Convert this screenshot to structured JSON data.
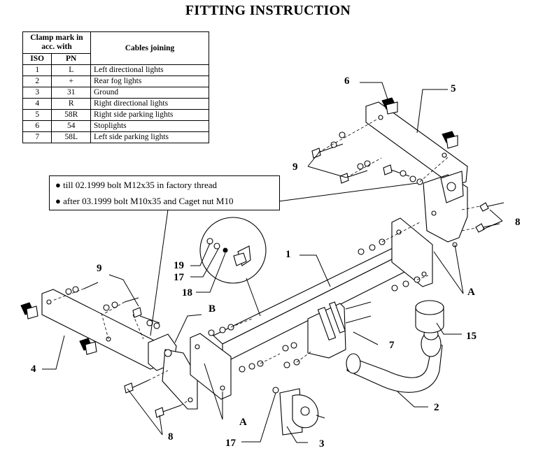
{
  "title": "FITTING INSTRUCTION",
  "table": {
    "header_clamp": "Clamp mark in acc. with",
    "header_iso": "ISO",
    "header_pn": "PN",
    "header_cables": "Cables joining",
    "rows": [
      {
        "iso": "1",
        "pn": "L",
        "cable": "Left directional lights"
      },
      {
        "iso": "2",
        "pn": "+",
        "cable": "Rear fog lights"
      },
      {
        "iso": "3",
        "pn": "31",
        "cable": "Ground"
      },
      {
        "iso": "4",
        "pn": "R",
        "cable": "Right directional lights"
      },
      {
        "iso": "5",
        "pn": "58R",
        "cable": "Right side parking lights"
      },
      {
        "iso": "6",
        "pn": "54",
        "cable": "Stoplights"
      },
      {
        "iso": "7",
        "pn": "58L",
        "cable": "Left side parking lights"
      }
    ]
  },
  "notes": {
    "bullet": "●",
    "line1": "till 02.1999 bolt M12x35 in factory thread",
    "line2": "after 03.1999 bolt M10x35 and Caget nut M10"
  },
  "labels": {
    "l1": "1",
    "l2": "2",
    "l3": "3",
    "l4": "4",
    "l5": "5",
    "l6": "6",
    "l7": "7",
    "l8a": "8",
    "l8b": "8",
    "l9a": "9",
    "l9b": "9",
    "l15": "15",
    "l17a": "17",
    "l17b": "17",
    "l18": "18",
    "l19": "19",
    "la1": "A",
    "la2": "A",
    "lb": "B"
  }
}
